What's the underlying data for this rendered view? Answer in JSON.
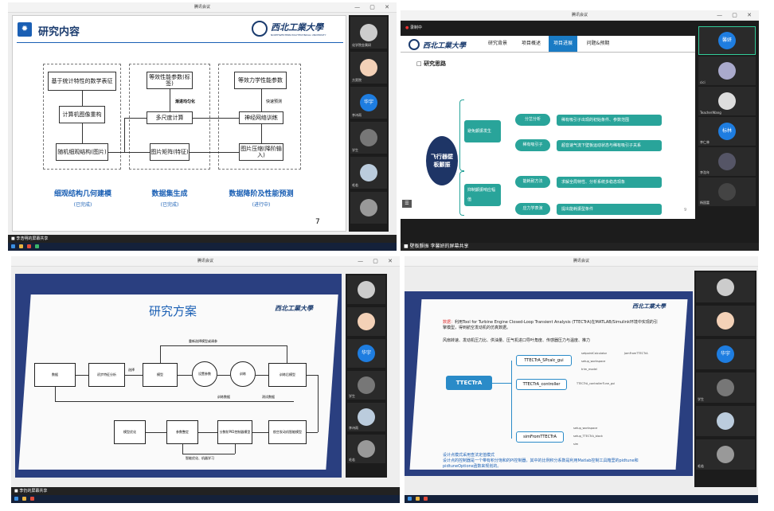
{
  "panel1": {
    "window_title": "腾讯会议",
    "slide_title": "研究内容",
    "university": "西北工業大學",
    "university_en": "NORTHWESTERN POLYTECHNICAL UNIVERSITY",
    "box_stats": "基于统计特性的数学表征",
    "box_ct": "计算机图像重构",
    "box_random": "随机细观结构(图片)",
    "box_perf": "等效性能参数(标签)",
    "box_multiscale": "多尺度计算",
    "box_matrix": "图片矩阵(特征)",
    "box_equiv": "等效力学性能参数",
    "box_nn": "神经网络训练",
    "box_compress": "图片压缩(降阶输入)",
    "label_homog": "渐进均匀化",
    "label_fast": "快速预测",
    "cap1": "细观结构几何建模",
    "cap1_status": "(已完成)",
    "cap2": "数据集生成",
    "cap2_status": "(已完成)",
    "cap3": "数据降阶及性能预测",
    "cap3_status": "(进行中)",
    "page_num": "7",
    "share_label": "李浩明的屏幕共享",
    "participants": [
      "化学院金属研",
      "方昊院",
      "华宇",
      "李诗雨",
      "学生",
      "毛若"
    ]
  },
  "panel2": {
    "window_title": "腾讯会议",
    "recording": "录制中",
    "university": "西北工業大學",
    "nav": [
      "研究背景",
      "项目概述",
      "项目进展",
      "问题&预期"
    ],
    "nav_active": 2,
    "section": "研究思路",
    "center": "飞行器壁板颤振",
    "group1": "避免颤振发生",
    "group2": "抑制颤振响应幅值",
    "pill1": "分岔分析",
    "pill2": "稀有吸引子",
    "pill3": "能耗耐方法",
    "pill4": "应力学表演",
    "desc1": "稀有吸引子出现的初始条件、参数范围",
    "desc2": "超音速气流下壁板运动状态与稀有吸引子关系",
    "desc3": "求解全局特性、分析系统多稳态现象",
    "desc4": "提出能耗振型条件",
    "page_num": "9",
    "share_label": "壁板颤振 李馨妍的屏幕共享",
    "participants": [
      "馨妍",
      "cici",
      "TeacherWang",
      "标林",
      "李仁林",
      "李浩年",
      "杨国富"
    ]
  },
  "panel3": {
    "window_title": "腾讯会议",
    "slide_title": "研究方案",
    "university": "西北工業大學",
    "b_data": "数据",
    "b_init": "初步特征分析",
    "b_model": "模型",
    "b_set": "设置参数",
    "b_train": "训练",
    "b_trained": "训练后模型",
    "b_opt": "模型优化",
    "b_tune": "参数整定",
    "b_pid": "分数阶PID控制器模型",
    "b_engine": "航空发动机智能模型",
    "l_select": "选择",
    "l_reselect": "重新选择模型或调参",
    "l_train_data": "训练数据",
    "l_test_data": "测试数据",
    "l_smart": "智能优化、机器学习",
    "share_label": "李仍的屏幕共享",
    "participants": [
      "华宇",
      "学生",
      "李诗雨",
      "毛若"
    ]
  },
  "panel4": {
    "window_title": "腾讯会议",
    "university": "西北工業大學",
    "text1_label": "数据：",
    "text1": "利用Tool for Turbine Engine Closed-Loop Transient Analysis (TTECTrA)在MATLAB/Simulink环境中实现的引擎模型，得到航空发动机的仿真数据。",
    "text2": "风扇转速、发动机压力比、供油量、压气机进口导叶角度、传感器压力与温度、推力",
    "root": "TTECTrA",
    "node1": "TTECTrA_SPcalc_gui",
    "node2": "TTECTrA_controller",
    "node3": "simFromTTECTrA",
    "leaves1": [
      "setpointCalculator",
      "JamFromTTECTrA",
      "setup_workspace",
      "trim_model"
    ],
    "leaves2": [
      "TTECTrA_controllerTune_gui"
    ],
    "leaves3": [
      "setup_workspace",
      "setup_TTECTrA_block",
      "sim"
    ],
    "text3": "设计点模式采用查法定值模式",
    "text4": "设计点的控制器是一个带有积分饱和的PI控制器，其中的比例积分系数是利用Matlab控制工具箱里的pidtune和pidtuneOptions函数来规划的。",
    "participants": [
      "华宇",
      "学生",
      "毛若"
    ]
  },
  "colors": {
    "slide_blue": "#1a5fb4",
    "teal": "#29a49a",
    "navy": "#1e3566",
    "panel_bg": "#ededed"
  }
}
